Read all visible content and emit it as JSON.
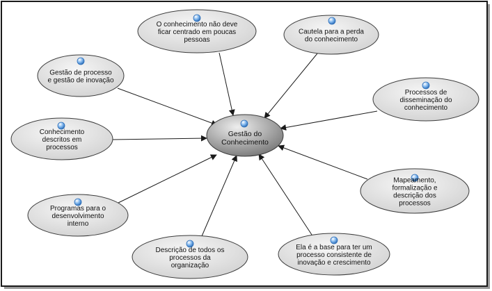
{
  "colors": {
    "frame_border": "#1a1a1a",
    "frame_shadow": "#9a9a9a",
    "node_fill_light": "#f6f6f6",
    "node_fill_dark": "#cfcfcf",
    "center_fill_light": "#eeeeee",
    "center_fill_dark": "#6e6e6e",
    "node_stroke": "#3a3a3a",
    "arrow": "#1a1a1a",
    "bubble_icon": "#4a90d9"
  },
  "center": {
    "lines": [
      "Gestão do",
      "Conhecimento"
    ]
  },
  "nodes": [
    {
      "id": "node-conhecimento-centrado",
      "lines": [
        "O conhecimento não deve",
        "ficar centrado em poucas",
        "pessoas"
      ]
    },
    {
      "id": "node-cautela-perda",
      "lines": [
        "Cautela para a perda",
        "do conhecimento"
      ]
    },
    {
      "id": "node-processos-disseminacao",
      "lines": [
        "Processos de",
        "disseminação do",
        "conhecimento"
      ]
    },
    {
      "id": "node-mapeamento",
      "lines": [
        "Mapeamento,",
        "formalização e",
        "descrição dos",
        "processos"
      ]
    },
    {
      "id": "node-base-processo",
      "lines": [
        "Ela é a base para ter um",
        "processo consistente de",
        "inovação e crescimento"
      ]
    },
    {
      "id": "node-descricao-processos",
      "lines": [
        "Descrição de todos os",
        "processos da",
        "organização"
      ]
    },
    {
      "id": "node-programas-desenvolvimento",
      "lines": [
        "Programas para o",
        "desenvolvimento",
        "interno"
      ]
    },
    {
      "id": "node-conhecimento-descritos",
      "lines": [
        "Conhecimento",
        "descritos em",
        "processos"
      ]
    },
    {
      "id": "node-gestao-processo",
      "lines": [
        "Gestão de processo",
        "e gestão de inovação"
      ]
    }
  ]
}
